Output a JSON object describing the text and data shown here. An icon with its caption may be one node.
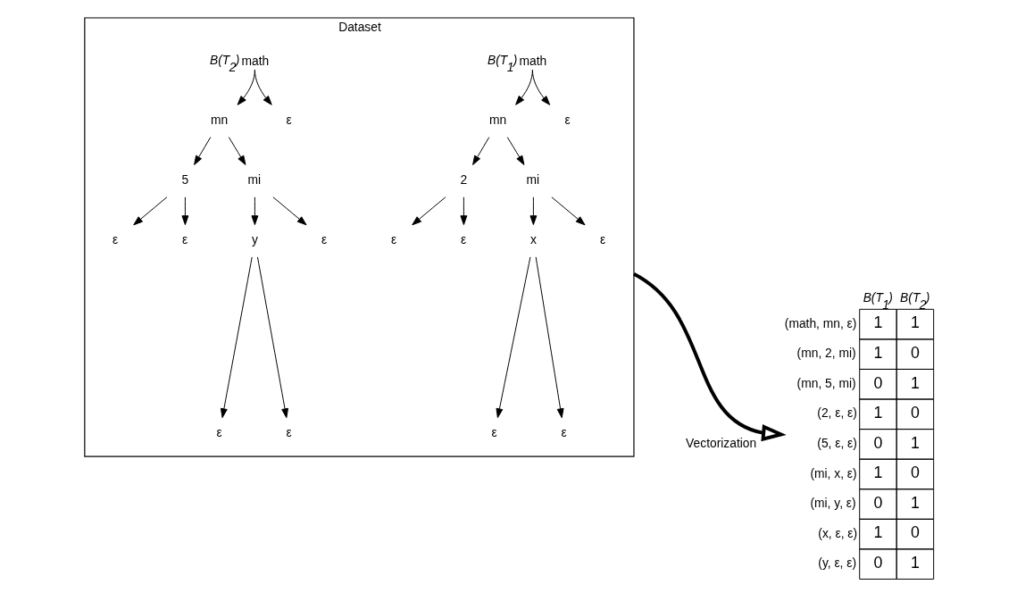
{
  "diagram": {
    "nodes": [
      {
        "text": [
          "Dataset"
        ]
      },
      {
        "text": [
          "math"
        ],
        "in": 0,
        "beside": [
          "B(T$_{1}$)"
        ]
      },
      {
        "text": [
          "mn"
        ],
        "in": 0
      },
      {
        "text": [
          "ε"
        ],
        "in": 0
      },
      {
        "text": [
          "2"
        ],
        "in": 0
      },
      {
        "text": [
          "mi"
        ],
        "in": 0
      },
      {
        "text": [
          "ε"
        ],
        "in": 0
      },
      {
        "text": [
          "ε"
        ],
        "in": 0
      },
      {
        "text": [
          "x"
        ],
        "in": 0
      },
      {
        "text": [
          "ε"
        ],
        "in": 0
      },
      {
        "text": [
          "ε"
        ],
        "in": 0
      },
      {
        "text": [
          "ε"
        ],
        "in": 0
      },
      {
        "text": [
          "math"
        ],
        "in": 0,
        "beside": [
          "B(T$_{2}$)"
        ]
      },
      {
        "text": [
          "mn"
        ],
        "in": 0
      },
      {
        "text": [
          "ε"
        ],
        "in": 0
      },
      {
        "text": [
          "5"
        ],
        "in": 0
      },
      {
        "text": [
          "mi"
        ],
        "in": 0
      },
      {
        "text": [
          "ε"
        ],
        "in": 0
      },
      {
        "text": [
          "ε"
        ],
        "in": 0
      },
      {
        "text": [
          "y"
        ],
        "in": 0
      },
      {
        "text": [
          "ε"
        ],
        "in": 0
      },
      {
        "text": [
          "ε"
        ],
        "in": 0
      },
      {
        "text": [
          "ε"
        ],
        "in": 0
      },
      {
        "text": [
          "B(T$_{1}$)",
          "B(T$_{2}$)",
          "(math, mn, ε)",
          "1",
          "1",
          "(mn, 2, mi)",
          "1",
          "0",
          "(mn, 5, mi)",
          "0",
          "1",
          "(2, ε, ε)",
          "1",
          "0",
          "(5, ε, ε)",
          "0",
          "1",
          "(mi, x, ε)",
          "1",
          "0",
          "(mi, y, ε)",
          "0",
          "1",
          "(x, ε, ε)",
          "1",
          "0",
          "(y, ε, ε)",
          "0",
          "1"
        ]
      }
    ],
    "edges": [
      {
        "from": 1,
        "to": 2,
        "arrow": "to"
      },
      {
        "from": 1,
        "to": 3,
        "arrow": "to"
      },
      {
        "from": 2,
        "to": 4,
        "arrow": "to"
      },
      {
        "from": 2,
        "to": 5,
        "arrow": "to"
      },
      {
        "from": 4,
        "to": 6,
        "arrow": "to"
      },
      {
        "from": 4,
        "to": 7,
        "arrow": "to"
      },
      {
        "from": 5,
        "to": 8,
        "arrow": "to"
      },
      {
        "from": 5,
        "to": 9,
        "arrow": "to"
      },
      {
        "from": 8,
        "to": 10,
        "arrow": "to"
      },
      {
        "from": 8,
        "to": 11,
        "arrow": "to"
      },
      {
        "from": 12,
        "to": 13,
        "arrow": "to"
      },
      {
        "from": 12,
        "to": 14,
        "arrow": "to"
      },
      {
        "from": 13,
        "to": 15,
        "arrow": "to"
      },
      {
        "from": 13,
        "to": 16,
        "arrow": "to"
      },
      {
        "from": 15,
        "to": 17,
        "arrow": "to"
      },
      {
        "from": 15,
        "to": 18,
        "arrow": "to"
      },
      {
        "from": 16,
        "to": 19,
        "arrow": "to"
      },
      {
        "from": 16,
        "to": 20,
        "arrow": "to"
      },
      {
        "from": 19,
        "to": 21,
        "arrow": "to"
      },
      {
        "from": 19,
        "to": 22,
        "arrow": "to"
      },
      {
        "from": 0,
        "to": 23,
        "arrow": "to",
        "label": "Vectorization",
        "style": "thick"
      }
    ]
  }
}
